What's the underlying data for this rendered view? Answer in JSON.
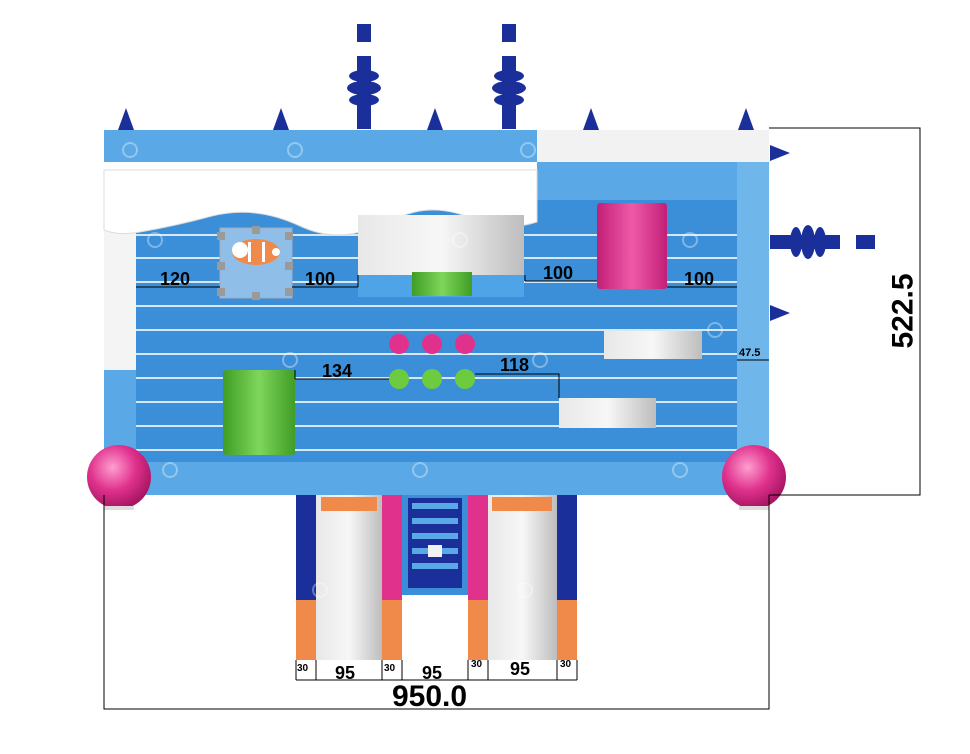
{
  "diagram": {
    "colors": {
      "light_blue": "#5aa9e6",
      "mid_blue": "#3b8fd8",
      "dark_blue": "#1b2f9a",
      "white": "#ffffff",
      "pink": "#e0328d",
      "green": "#5bbf3a",
      "grey": "#c9c9c9",
      "orange": "#f08a4b"
    },
    "dimensions": {
      "total_width": "950.0",
      "total_depth": "522.5",
      "side_gap": "47.5",
      "lane_left": "120",
      "lane_mid_left": "100",
      "lane_mid_right": "100",
      "lane_right": "100",
      "green_to_dots": "134",
      "dots_to_ramp": "118",
      "slide_walls": [
        "30",
        "30",
        "30",
        "30"
      ],
      "slide_lanes": [
        "95",
        "95",
        "95"
      ]
    },
    "icons": [
      "tiger-figure-icon",
      "attro-watermark-icon"
    ]
  }
}
